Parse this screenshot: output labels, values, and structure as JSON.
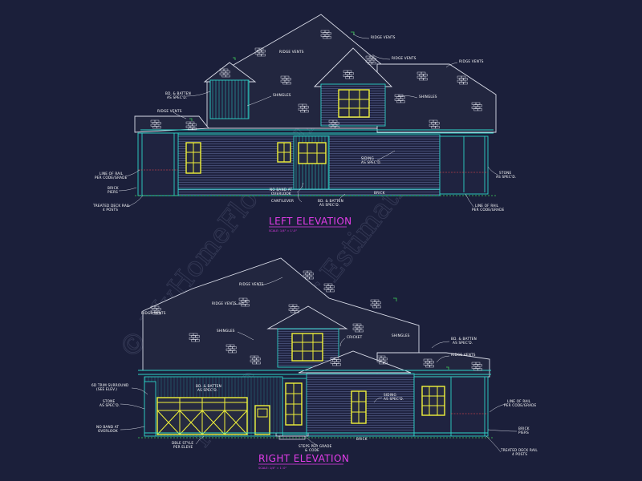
{
  "watermark": {
    "line1": "© MyHomeFloorPlans.com",
    "line2": "Please Call for Estimation"
  },
  "elevations": {
    "left": {
      "title": "LEFT ELEVATION",
      "scale": "SCALE: 1/4\" = 1'-0\"",
      "notes": {
        "ridge_vents_top": "RIDGE VENTS",
        "ridge_vents_mid": "RIDGE VENTS",
        "ridge_vents_right": "RIDGE VENTS",
        "ridge_vents_left": "RIDGE VENTS",
        "bd_batten_1": "BD. & BATTEN",
        "bd_batten_2": "AS SPEC'D.",
        "shingles_left": "SHINGLES",
        "shingles_right": "SHINGLES",
        "siding_1": "SIDING",
        "siding_2": "AS SPEC'D.",
        "line_of_rail_1": "LINE OF RAIL",
        "line_of_rail_2": "PER CODE/GRADE",
        "brick_piers_1": "BRICK",
        "brick_piers_2": "PIERS",
        "treated_deck_1": "TREATED DECK RAIL",
        "treated_deck_2": "4 POSTS",
        "no_band_1": "NO BAND AT",
        "no_band_2": "OVERLOOK",
        "cantilever": "CANTILEVER",
        "bd_batten_low_1": "BD. & BATTEN",
        "bd_batten_low_2": "AS SPEC'D.",
        "brick": "BRICK",
        "stone_1": "STONE",
        "stone_2": "AS SPEC'D.",
        "line_of_rail_r1": "LINE OF RAIL",
        "line_of_rail_r2": "PER CODE/GRADE"
      }
    },
    "right": {
      "title": "RIGHT ELEVATION",
      "scale": "SCALE: 1/4\" = 1'-0\"",
      "notes": {
        "ridge_vents_top": "RIDGE VENTS",
        "ridge_vents_2": "RIDGE VENTS",
        "ridge_vents_3": "RIDGE VENTS",
        "shingles": "SHINGLES",
        "shingles_2": "SHINGLES",
        "bd_batten_1": "BD. & BATTEN",
        "bd_batten_2": "AS SPEC'D.",
        "cricket": "CRICKET",
        "bd_batten_r1": "BD. & BATTEN",
        "bd_batten_r2": "AS SPEC'D.",
        "trim_1": "6D TRIM SURROUND",
        "trim_2": "(SEE ELEV.)",
        "stone_1": "STONE",
        "stone_2": "AS SPEC'D.",
        "no_band_1": "NO BAND AT",
        "no_band_2": "OVERLOOK",
        "carriage_1": "DBLE STYLE",
        "carriage_2": "PER ELEVE",
        "siding_1": "SIDING",
        "siding_2": "AS SPEC'D.",
        "steps_1": "STEPS PER GRADE",
        "steps_2": "& CODE",
        "brick": "BRICK",
        "line_of_rail_1": "LINE OF RAIL",
        "line_of_rail_2": "PER CODE/GRADE",
        "brick_piers_1": "BRICK",
        "brick_piers_2": "PIERS",
        "treated_deck_1": "TREATED DECK RAIL",
        "treated_deck_2": "4 POSTS"
      }
    }
  }
}
